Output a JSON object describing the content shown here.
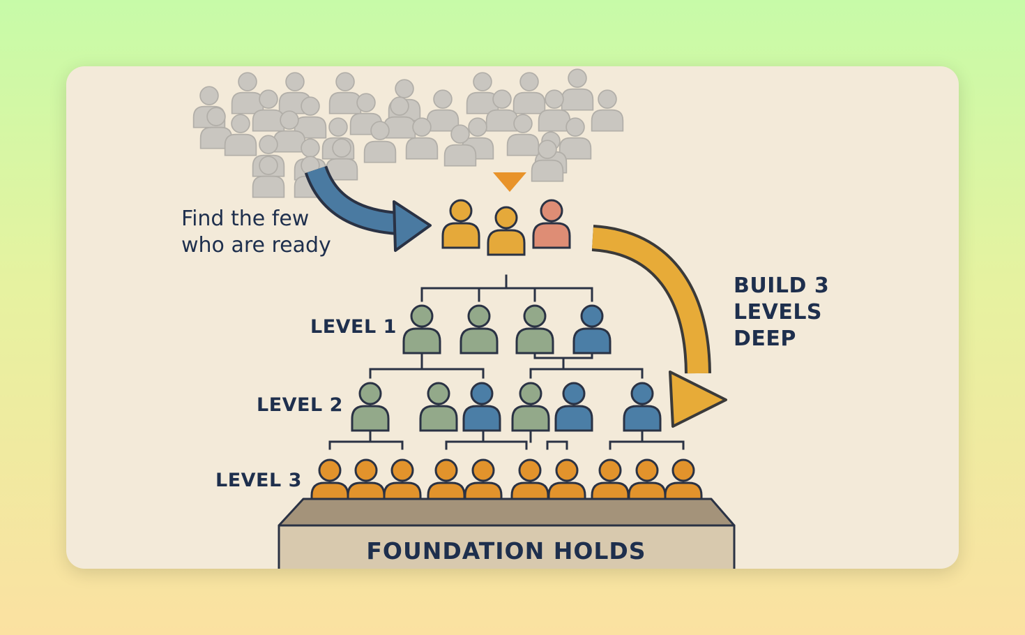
{
  "find_label": {
    "line1": "Find the few",
    "line2": "who are ready"
  },
  "levels": {
    "level1": "LEVEL 1",
    "level2": "LEVEL 2",
    "level3": "LEVEL 3"
  },
  "build_label": {
    "line1": "BUILD 3",
    "line2": "LEVELS",
    "line3": "DEEP"
  },
  "foundation_label": "FOUNDATION HOLDS",
  "colors": {
    "crowd": "#c9c6c0",
    "leader_gold": "#e5a93a",
    "leader_salmon": "#de8d75",
    "sage": "#93a98a",
    "blue": "#4b7ea6",
    "orange": "#e2932c",
    "gold_arrow": "#e7ab38",
    "blue_arrow": "#4a7aa1",
    "ink": "#2a3244",
    "text": "#1e2f4d"
  }
}
